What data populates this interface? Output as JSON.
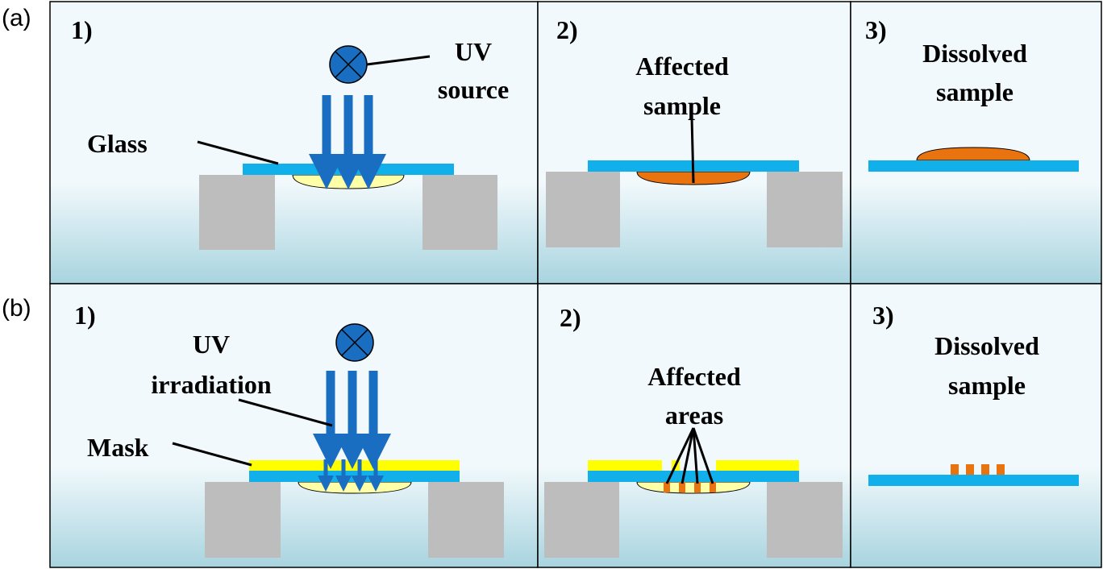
{
  "rows": [
    {
      "label": "(a)",
      "panels": [
        {
          "step": "1)",
          "labels": {
            "source_line1": "UV",
            "source_line2": "source",
            "glass": "Glass"
          }
        },
        {
          "step": "2)",
          "labels": {
            "line1": "Affected",
            "line2": "sample"
          }
        },
        {
          "step": "3)",
          "labels": {
            "line1": "Dissolved",
            "line2": "sample"
          }
        }
      ]
    },
    {
      "label": "(b)",
      "panels": [
        {
          "step": "1)",
          "labels": {
            "uv_line1": "UV",
            "uv_line2": "irradiation",
            "mask": "Mask"
          }
        },
        {
          "step": "2)",
          "labels": {
            "line1": "Affected",
            "line2": "areas"
          }
        },
        {
          "step": "3)",
          "labels": {
            "line1": "Dissolved",
            "line2": "sample"
          }
        }
      ]
    }
  ],
  "colors": {
    "panel_top": "#f2f9fc",
    "panel_bottom": "#a8d4df",
    "support": "#bdbdbd",
    "glass": "#12b0ea",
    "mask": "#ffff00",
    "unaffected_sample": "#ffffa8",
    "affected_sample": "#e8730f",
    "uv_arrow": "#1a6ec1",
    "uv_source": "#1a6ec1"
  }
}
